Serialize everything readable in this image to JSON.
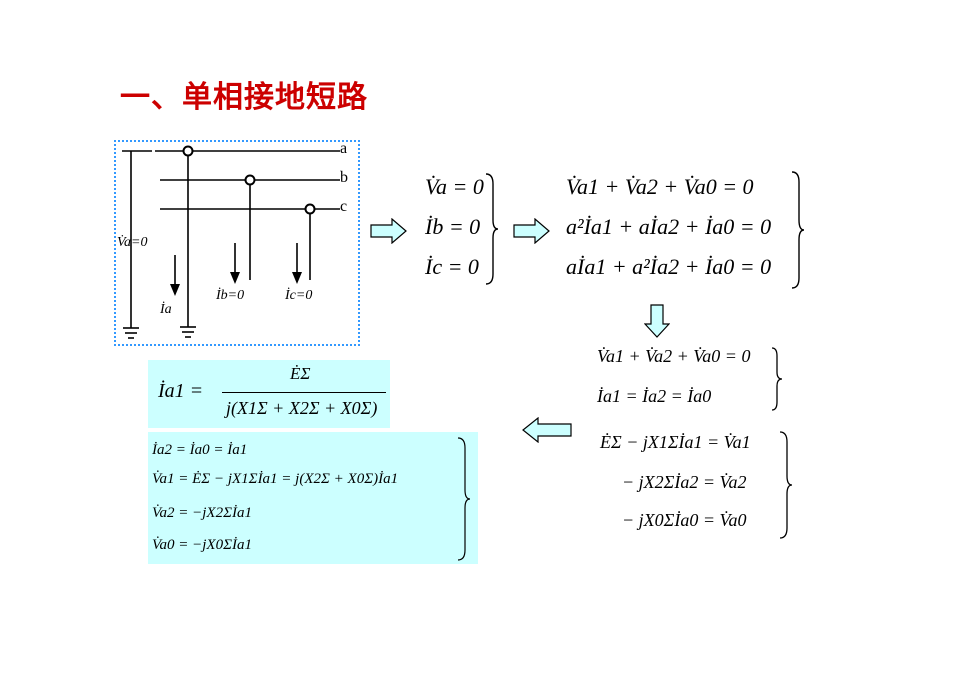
{
  "title": "一、单相接地短路",
  "circuit": {
    "phase_a": "a",
    "phase_b": "b",
    "phase_c": "c",
    "va_label": "V̇a=0",
    "ia_label": "İa",
    "ib_label": "İb=0",
    "ic_label": "İc=0"
  },
  "boundary": {
    "line1": "V̇a = 0",
    "line2": "İb = 0",
    "line3": "İc = 0"
  },
  "symmetric": {
    "line1": "V̇a1 + V̇a2 + V̇a0 = 0",
    "line2": "a²İa1 + aİa2 + İa0 = 0",
    "line3": "aİa1 + a²İa2 + İa0 = 0"
  },
  "reduced": {
    "line1": "V̇a1 + V̇a2 + V̇a0 = 0",
    "line2": "İa1 = İa2 = İa0"
  },
  "network": {
    "line1": "ĖΣ − jX1Σİa1 = V̇a1",
    "line2": "− jX2Σİa2 = V̇a2",
    "line3": "− jX0Σİa0 = V̇a0"
  },
  "solution_current": {
    "lhs": "İa1 =",
    "numerator": "ĖΣ",
    "denominator": "j(X1Σ + X2Σ + X0Σ)"
  },
  "solution_set": {
    "line1": "İa2 = İa0 = İa1",
    "line2": "V̇a1 = ĖΣ − jX1Σİa1 = j(X2Σ + X0Σ)İa1",
    "line3": "V̇a2 = −jX2Σİa1",
    "line4": "V̇a0 = −jX0Σİa1"
  },
  "colors": {
    "title": "#cc0000",
    "highlight": "#ccffff",
    "dotted_border": "#3399ff",
    "arrow_fill": "#ccffff"
  }
}
